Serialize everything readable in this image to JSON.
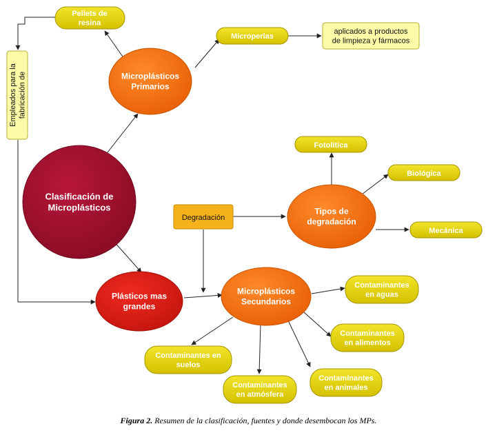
{
  "nodes": {
    "clasificacion": {
      "lines": [
        "Clasificación de",
        "Microplásticos"
      ]
    },
    "primarios": {
      "lines": [
        "Microplásticos",
        "Primarios"
      ]
    },
    "plasticos_grandes": {
      "lines": [
        "Plásticos mas",
        "grandes"
      ]
    },
    "secundarios": {
      "lines": [
        "Microplásticos",
        "Secundarios"
      ]
    },
    "tipos_degradacion": {
      "lines": [
        "Tipos de",
        "degradación"
      ]
    },
    "pellets": {
      "lines": [
        "Pellets de",
        "resina"
      ]
    },
    "microperlas": {
      "lines": [
        "Microperlas"
      ]
    },
    "aplicados": {
      "lines": [
        "aplicados a productos",
        "de limpieza y fármacos"
      ]
    },
    "empleados": {
      "lines": [
        "Empleados para la",
        "fabricación de"
      ]
    },
    "degradacion": {
      "lines": [
        "Degradación"
      ]
    },
    "fotolitica": {
      "lines": [
        "Fotolítica"
      ]
    },
    "biologica": {
      "lines": [
        "Biológica"
      ]
    },
    "mecanica": {
      "lines": [
        "Mecánica"
      ]
    },
    "cont_aguas": {
      "lines": [
        "Contaminantes",
        "en aguas"
      ]
    },
    "cont_alimentos": {
      "lines": [
        "Contaminantes",
        "en alimentos"
      ]
    },
    "cont_animales": {
      "lines": [
        "Contaminantes",
        "en animales"
      ]
    },
    "cont_atmosfera": {
      "lines": [
        "Contaminantes",
        "en atmósfera"
      ]
    },
    "cont_suelos": {
      "lines": [
        "Contaminantes en",
        "suelos"
      ]
    }
  },
  "caption": {
    "label": "Figura 2.",
    "text": " Resumen de la clasificación, fuentes y donde desembocan los MPs."
  },
  "colors": {
    "dark_red": "#9c0f2b",
    "red": "#d81d16",
    "orange": "#f06d0c",
    "yellow": "#d9c800",
    "yellow_stroke": "#a39400",
    "light_yellow": "#fdfba8",
    "degradacion": "#f6b21a"
  }
}
